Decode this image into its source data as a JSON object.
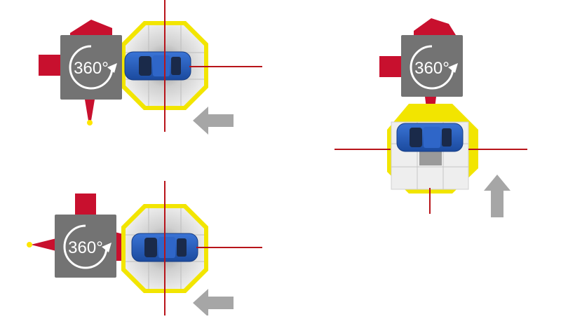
{
  "rotation_label": "360°",
  "icons": {
    "rotate": "rotate-360-icon",
    "car": "car-top-view-icon",
    "arrow": "direction-arrow-icon",
    "beacon": "beacon-light-icon"
  },
  "colors": {
    "machine_red": "#c8102e",
    "unit_gray": "#737373",
    "bay_border": "#f2e500",
    "axis_line": "#b8141a",
    "car_blue": "#1e55b5",
    "arrow_gray": "#a6a6a6",
    "beacon_yellow": "#ffe600"
  },
  "layouts": [
    {
      "id": "entry-left-top",
      "entry_direction": "left"
    },
    {
      "id": "entry-left-bottom",
      "entry_direction": "left"
    },
    {
      "id": "entry-bottom-right",
      "entry_direction": "up"
    }
  ]
}
